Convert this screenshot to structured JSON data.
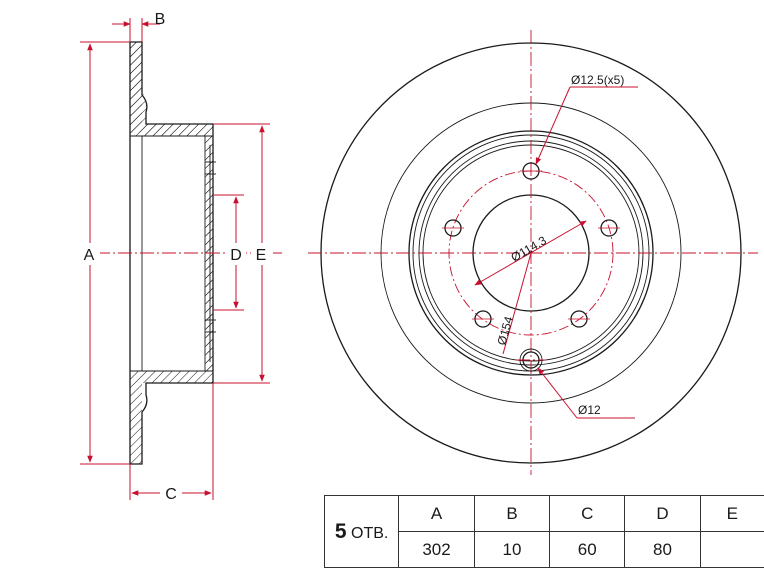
{
  "labels": {
    "a": "A",
    "b": "B",
    "c": "C",
    "d": "D",
    "e": "E",
    "stud_holes": "Ø12.5(x5)",
    "pcd": "Ø114.3",
    "bore": "Ø154",
    "aux_hole": "Ø12"
  },
  "table": {
    "holes_count": "5",
    "holes_unit": "ОТВ.",
    "headers": [
      "A",
      "B",
      "C",
      "D",
      "E"
    ],
    "values": [
      "302",
      "10",
      "60",
      "80",
      ""
    ]
  },
  "colors": {
    "dimension": "#c8102e",
    "outline": "#1a1a1a"
  }
}
